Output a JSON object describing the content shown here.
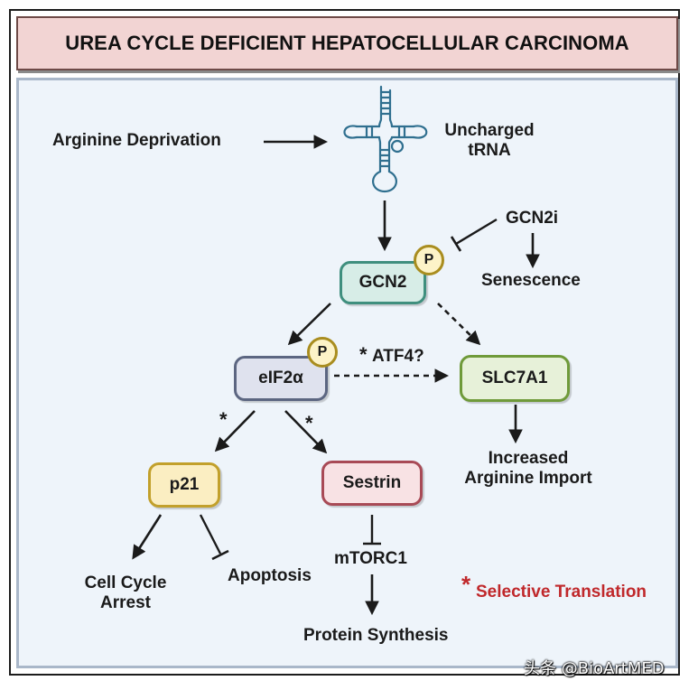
{
  "title": "UREA CYCLE DEFICIENT HEPATOCELLULAR CARCINOMA",
  "labels": {
    "arginine_deprivation": "Arginine Deprivation",
    "uncharged_line1": "Uncharged",
    "uncharged_line2": "tRNA",
    "gcn2i": "GCN2i",
    "senescence": "Senescence",
    "atf4": "ATF4?",
    "increased_line1": "Increased",
    "increased_line2": "Arginine Import",
    "cell_cycle_line1": "Cell Cycle",
    "cell_cycle_line2": "Arrest",
    "apoptosis": "Apoptosis",
    "mtorc1": "mTORC1",
    "protein_synthesis": "Protein Synthesis"
  },
  "nodes": {
    "gcn2": "GCN2",
    "eif2a": "eIF2α",
    "slc7a1": "SLC7A1",
    "p21": "p21",
    "sestrin": "Sestrin"
  },
  "phospho_label": "P",
  "star_symbol": "*",
  "legend": {
    "symbol": "*",
    "text": "Selective Translation",
    "color": "#c0282b"
  },
  "watermark": "头条 @BioArtMED",
  "colors": {
    "title_bg": "#f2d4d3",
    "panel_bg": "#eef4fa",
    "gcn2_fill": "#d7ede7",
    "gcn2_border": "#3f8f7e",
    "eif2a_fill": "#dfe2ee",
    "eif2a_border": "#5c6681",
    "slc7a1_fill": "#e7f1d9",
    "slc7a1_border": "#6f9a3a",
    "p21_fill": "#fbeec2",
    "p21_border": "#c2a02b",
    "sestrin_fill": "#f8e2e4",
    "sestrin_border": "#a84a56",
    "trna": "#2f6f8f"
  }
}
